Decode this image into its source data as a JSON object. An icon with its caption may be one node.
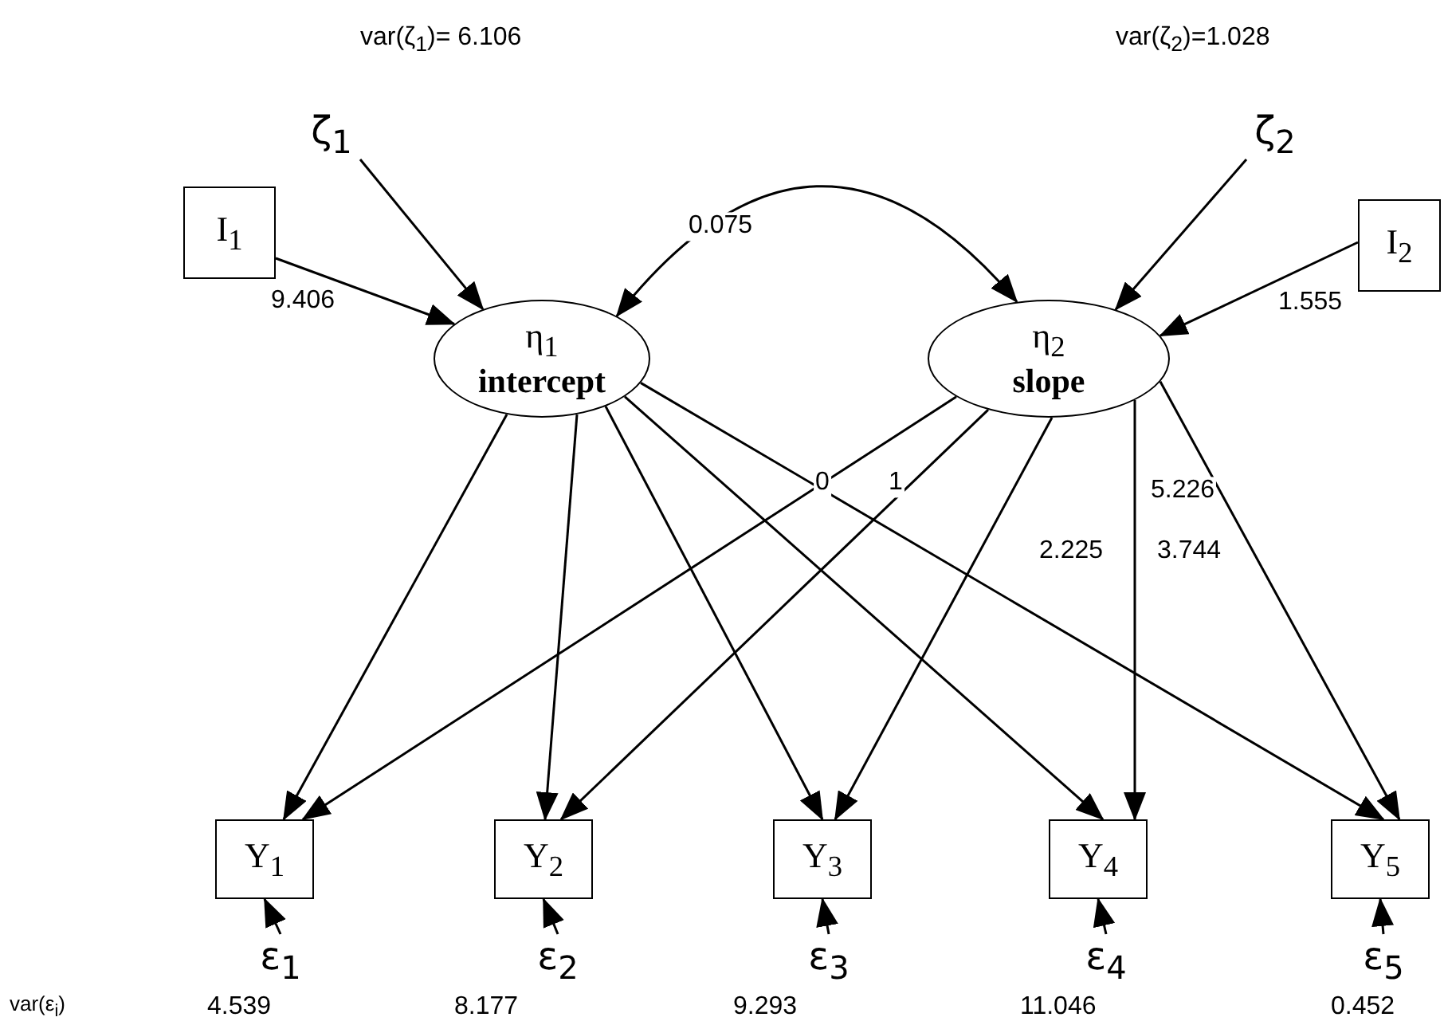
{
  "diagram": {
    "nodes": [
      {
        "text": [
          "ζ$_{1}$"
        ]
      },
      {
        "text": [
          "ζ$_{2}$"
        ]
      },
      {
        "text": [
          "I$_{1}$"
        ]
      },
      {
        "text": [
          "I$_{2}$"
        ]
      },
      {
        "text": [
          "η$_{1}$",
          "intercept"
        ]
      },
      {
        "text": [
          "η$_{2}$",
          "slope"
        ]
      },
      {
        "text": [
          "Y$_{1}$"
        ]
      },
      {
        "text": [
          "Y$_{2}$"
        ]
      },
      {
        "text": [
          "Y$_{3}$"
        ]
      },
      {
        "text": [
          "Y$_{4}$"
        ]
      },
      {
        "text": [
          "Y$_{5}$"
        ]
      },
      {
        "text": [
          "ε$_{1}$"
        ]
      },
      {
        "text": [
          "ε$_{2}$"
        ]
      },
      {
        "text": [
          "ε$_{3}$"
        ]
      },
      {
        "text": [
          "ε$_{4}$"
        ]
      },
      {
        "text": [
          "ε$_{5}$"
        ]
      }
    ],
    "edges": [
      {
        "from": 0,
        "to": 4,
        "arrow": "to"
      },
      {
        "from": 2,
        "to": 4,
        "arrow": "to",
        "label": "9.406"
      },
      {
        "from": 4,
        "to": 5,
        "arrow": "both",
        "label": "0.075"
      },
      {
        "from": 1,
        "to": 5,
        "arrow": "to"
      },
      {
        "from": 3,
        "to": 5,
        "arrow": "to",
        "label": "1.555"
      },
      {
        "from": 4,
        "to": 6,
        "arrow": "to"
      },
      {
        "from": 4,
        "to": 7,
        "arrow": "to"
      },
      {
        "from": 4,
        "to": 8,
        "arrow": "to"
      },
      {
        "from": 4,
        "to": 9,
        "arrow": "to"
      },
      {
        "from": 4,
        "to": 10,
        "arrow": "to"
      },
      {
        "from": 5,
        "to": 6,
        "arrow": "to",
        "label": "0"
      },
      {
        "from": 5,
        "to": 7,
        "arrow": "to",
        "label": "1"
      },
      {
        "from": 5,
        "to": 8,
        "arrow": "to",
        "label": "2.225"
      },
      {
        "from": 5,
        "to": 9,
        "arrow": "to",
        "label": "3.744"
      },
      {
        "from": 5,
        "to": 10,
        "arrow": "to",
        "label": "5.226"
      },
      {
        "from": 11,
        "to": 6,
        "arrow": "to"
      },
      {
        "from": 12,
        "to": 7,
        "arrow": "to"
      },
      {
        "from": 13,
        "to": 8,
        "arrow": "to"
      },
      {
        "from": 14,
        "to": 9,
        "arrow": "to"
      },
      {
        "from": 15,
        "to": 10,
        "arrow": "to"
      }
    ],
    "labels": [
      "var(ζ$_{1}$)= 6.106",
      "var(ζ$_{2}$)=1.028",
      "var(ε$_{i}$)",
      "4.539",
      "8.177",
      "9.293",
      "11.046",
      "0.452"
    ]
  }
}
